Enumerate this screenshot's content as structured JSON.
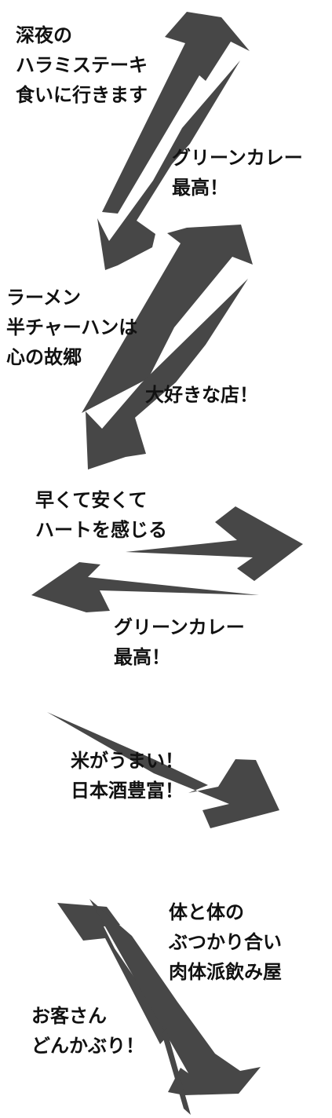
{
  "colors": {
    "arrow": "#474747",
    "text": "#111111",
    "background": "#ffffff"
  },
  "captions": [
    {
      "name": "caption-harami-steak",
      "lines": [
        "深夜の",
        "ハラミステーキ",
        "食いに行きます"
      ]
    },
    {
      "name": "caption-green-curry-1",
      "lines": [
        "グリーンカレー",
        "最高！"
      ]
    },
    {
      "name": "caption-ramen",
      "lines": [
        "ラーメン",
        "半チャーハンは",
        "心の故郷"
      ]
    },
    {
      "name": "caption-favorite-shop",
      "lines": [
        "大好きな店！"
      ]
    },
    {
      "name": "caption-heart",
      "lines": [
        "早くて安くて",
        "ハートを感じる"
      ]
    },
    {
      "name": "caption-green-curry-2",
      "lines": [
        "グリーンカレー",
        "最高！"
      ]
    },
    {
      "name": "caption-rice",
      "lines": [
        "米がうまい！",
        "日本酒豊富！"
      ]
    },
    {
      "name": "caption-body-clash",
      "lines": [
        "体と体の",
        "ぶつかり合い",
        "肉体派飲み屋"
      ]
    },
    {
      "name": "caption-customer-bowl",
      "lines": [
        "お客さん",
        "どんかぶり！"
      ]
    }
  ]
}
